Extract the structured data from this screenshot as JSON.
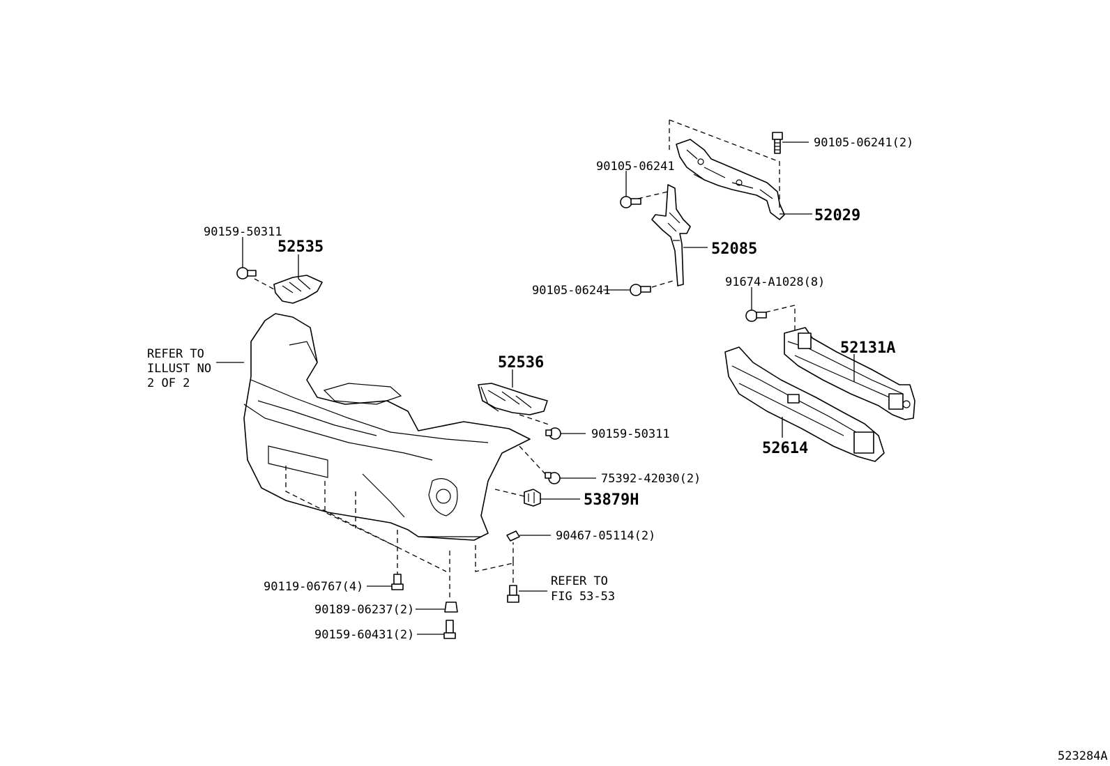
{
  "labels": {
    "p90105_06241_2": "90105-06241(2)",
    "p90105_06241_a": "90105-06241",
    "p52029": "52029",
    "p52085": "52085",
    "p90105_06241_b": "90105-06241",
    "p91674": "91674-A1028(8)",
    "p52131A": "52131A",
    "p52614": "52614",
    "p90159_50311_a": "90159-50311",
    "p52535": "52535",
    "refer_illust": [
      "REFER TO",
      "ILLUST NO",
      "2 OF 2"
    ],
    "p52536": "52536",
    "p90159_50311_b": "90159-50311",
    "p75392": "75392-42030(2)",
    "p53879H": "53879H",
    "p90467": "90467-05114(2)",
    "refer_fig": [
      "REFER TO",
      "FIG 53-53"
    ],
    "p90119": "90119-06767(4)",
    "p90189": "90189-06237(2)",
    "p90159_60431": "90159-60431(2)",
    "figure_id": "523284A"
  }
}
